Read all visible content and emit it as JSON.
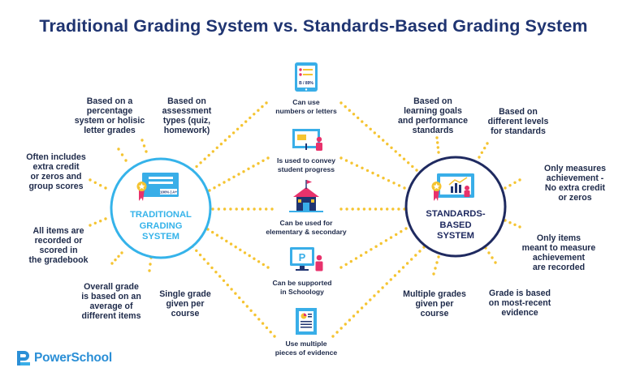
{
  "title": "Traditional Grading System vs. Standards-Based Grading System",
  "left_circle": {
    "label": "TRADITIONAL\nGRADING\nSYSTEM",
    "icon_text": "100% | A+"
  },
  "right_circle": {
    "label": "STANDARDS-\nBASED\nSYSTEM"
  },
  "left_items": [
    "Based on a\npercentage\nsystem or holisic\nletter grades",
    "Based on\nassessment\ntypes (quiz,\nhomework)",
    "Often includes\nextra credit\nor zeros and\ngroup scores",
    "All items are\nrecorded or\nscored in\nthe gradebook",
    "Overall grade\nis based on an\naverage of\ndifferent items",
    "Single grade\ngiven per\ncourse"
  ],
  "right_items": [
    "Based on\nlearning goals\nand performance\nstandards",
    "Based on\ndifferent levels\nfor standards",
    "Only measures\nachievement -\nNo extra credit\nor zeros",
    "Only items\nmeant to measure\nachievement\nare recorded",
    "Grade is based\non most-recent\nevidence",
    "Multiple grades\ngiven per\ncourse"
  ],
  "center_items": [
    {
      "label": "Can use\nnumbers or letters",
      "icon": "tablet-grade-icon",
      "icon_text": "B / 89%"
    },
    {
      "label": "Is used to convey\nstudent progress",
      "icon": "presentation-board-icon"
    },
    {
      "label": "Can be used for\nelementary & secondary",
      "icon": "school-house-icon"
    },
    {
      "label": "Can be supported\nin Schoology",
      "icon": "schoology-monitor-icon",
      "icon_text": "P"
    },
    {
      "label": "Use multiple\npieces of evidence",
      "icon": "evidence-document-icon"
    }
  ],
  "logo": {
    "text": "PowerSchool",
    "icon": "powerschool-logo-icon"
  },
  "colors": {
    "title": "#1f3471",
    "left_circle_stroke": "#35b3ea",
    "right_circle_stroke": "#1f2a60",
    "dots": "#f5c431",
    "icon_blue": "#39aee8",
    "icon_navy": "#1f3471",
    "icon_pink": "#e8326c",
    "brand": "#2b8fd6"
  }
}
